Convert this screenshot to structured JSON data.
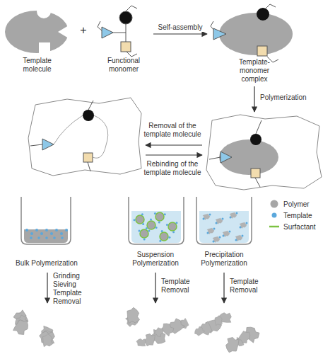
{
  "diagram": {
    "nodes": [
      {
        "text": [
          "Template molecule"
        ]
      },
      {
        "text": [
          "Functional monomer"
        ]
      },
      {
        "text": [
          "Template- monomer complex"
        ]
      },
      {
        "text": [
          "Bulk Polymerization"
        ]
      },
      {
        "text": [
          "Suspension Polymerization"
        ]
      },
      {
        "text": [
          "Precipitation Polymerization"
        ]
      }
    ],
    "edges": [
      {
        "from": 1,
        "to": 2,
        "label": "Self-assembly",
        "arrow": "to"
      }
    ],
    "labels": [
      "+",
      "Polymerization",
      "Removal of the template molecule",
      "Rebinding of the template molecule",
      "Grinding Sieving Template Removal",
      "Template Removal",
      "Template Removal"
    ],
    "legend": [
      {
        "text": "Polymer",
        "color": "#a6a6a6"
      },
      {
        "text": "Template",
        "color": "#5ba8dc"
      },
      {
        "text": "Surfactant"
      }
    ]
  }
}
